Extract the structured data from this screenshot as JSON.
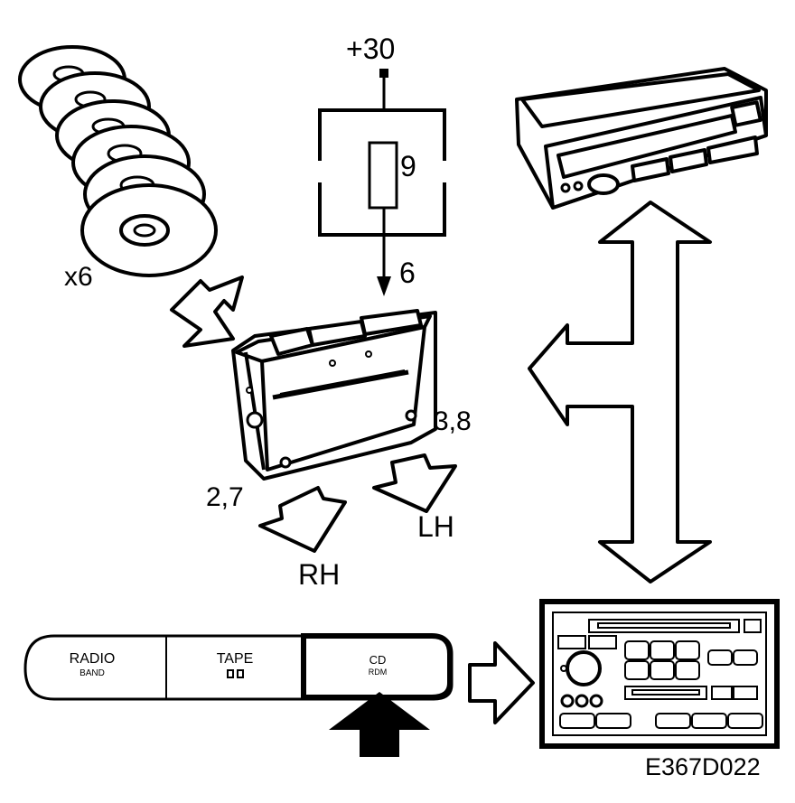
{
  "labels": {
    "supply": "+30",
    "fuse": "9",
    "wire": "6",
    "disc_count": "x6",
    "pins_rh": "2,7",
    "side_rh": "RH",
    "pins_lh": "3,8",
    "side_lh": "LH",
    "figure_code": "E367D022"
  },
  "source_buttons": [
    {
      "label": "RADIO",
      "sub": "BAND"
    },
    {
      "label": "TAPE",
      "sub": ""
    },
    {
      "label": "CD",
      "sub": "RDM"
    }
  ],
  "colors": {
    "ink": "#000000",
    "paper": "#ffffff"
  }
}
